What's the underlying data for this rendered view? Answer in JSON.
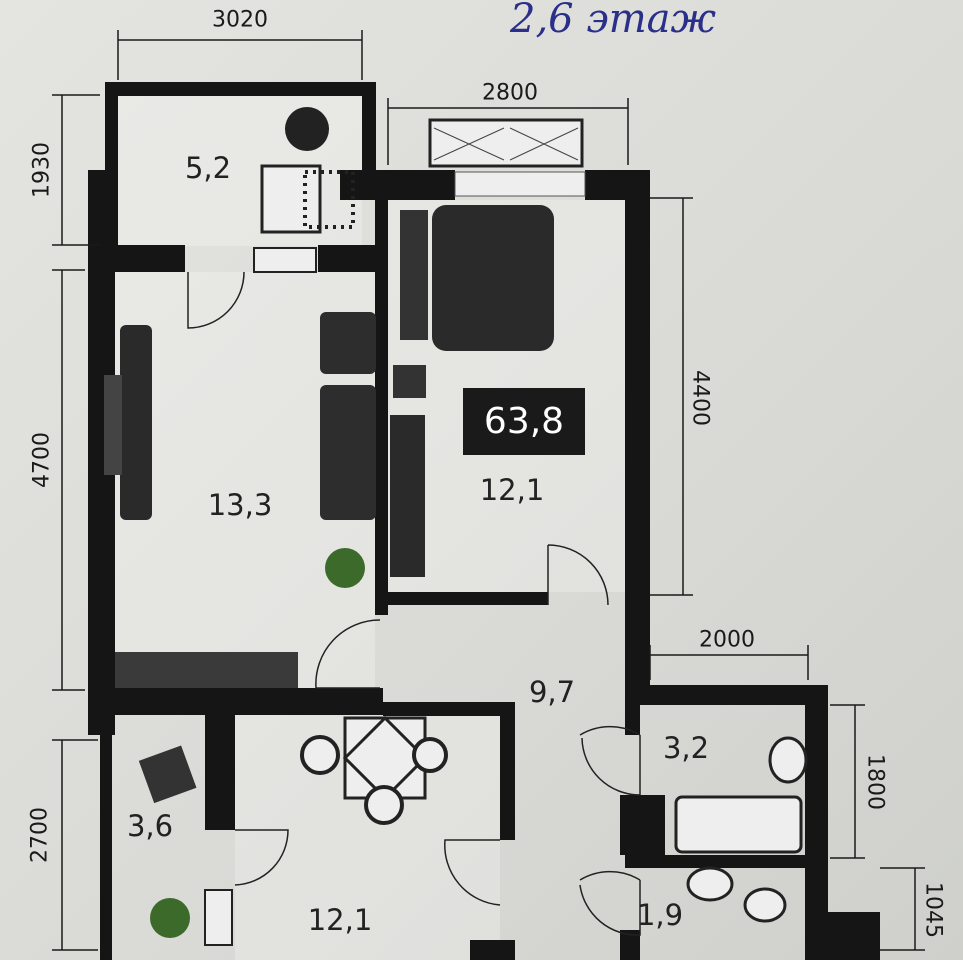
{
  "note": "2,6 этаж",
  "total_area": "63,8",
  "rooms": {
    "balcony": "5,2",
    "living": "13,3",
    "bedroom": "12,1",
    "hall": "9,7",
    "bathroom": "3,2",
    "loggia": "3,6",
    "kitchen": "12,1",
    "wc": "1,9"
  },
  "dimensions": {
    "balcony_width": "3020",
    "bedroom_width": "2800",
    "balcony_depth": "1930",
    "living_depth": "4700",
    "bedroom_depth": "4400",
    "bath_width": "2000",
    "loggia_depth": "2700",
    "bath_depth": "1800",
    "wc_depth": "1045"
  }
}
